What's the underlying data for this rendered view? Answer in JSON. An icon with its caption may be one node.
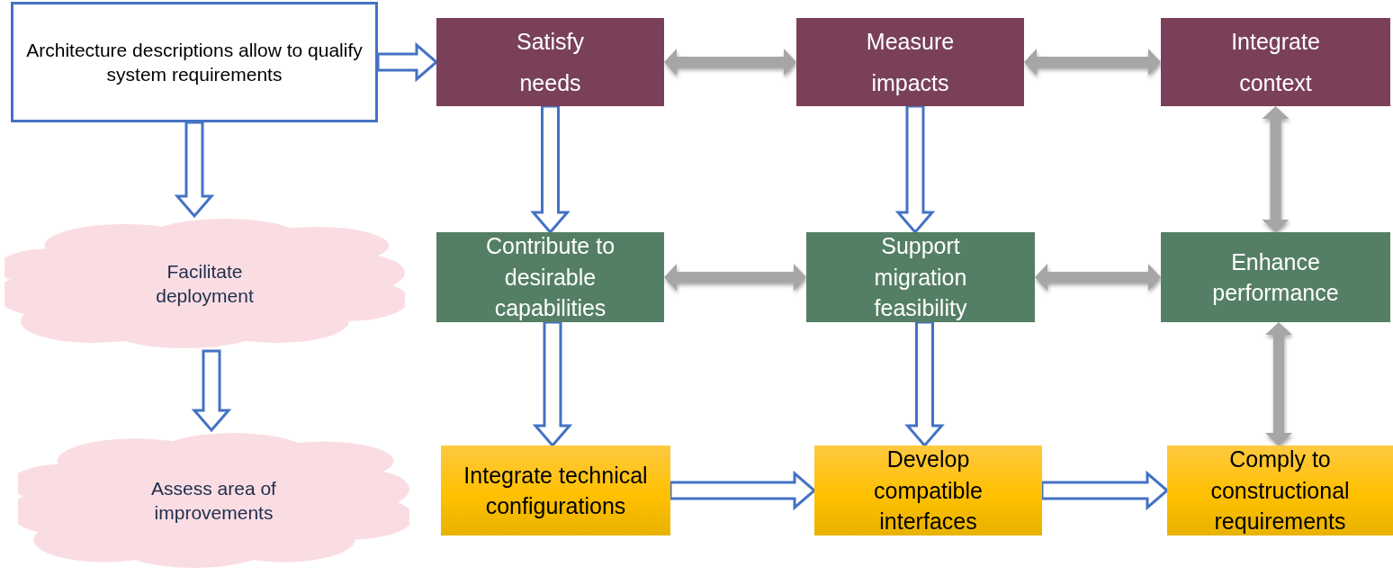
{
  "diagram": {
    "nodes": [
      {
        "text": [
          "Architecture descriptions allow to qualify system requirements"
        ]
      },
      {
        "text": [
          "Satisfy needs"
        ]
      },
      {
        "text": [
          "Measure impacts"
        ]
      },
      {
        "text": [
          "Integrate context"
        ]
      },
      {
        "text": [
          "Facilitate deployment"
        ]
      },
      {
        "text": [
          "Contribute to desirable capabilities"
        ]
      },
      {
        "text": [
          "Support migration feasibility"
        ]
      },
      {
        "text": [
          "Enhance performance"
        ]
      },
      {
        "text": [
          "Assess area of improvements"
        ]
      },
      {
        "text": [
          "Integrate technical configurations"
        ]
      },
      {
        "text": [
          "Develop compatible interfaces"
        ]
      },
      {
        "text": [
          "Comply to constructional requirements"
        ]
      }
    ],
    "edges": [
      {
        "from": 0,
        "to": 1,
        "arrow": "to"
      },
      {
        "from": 0,
        "to": 4,
        "arrow": "to"
      },
      {
        "from": 4,
        "to": 8,
        "arrow": "to"
      },
      {
        "from": 1,
        "to": 2,
        "arrow": "both",
        "color": "#a6a6a6"
      },
      {
        "from": 2,
        "to": 3,
        "arrow": "both",
        "color": "#a6a6a6"
      },
      {
        "from": 1,
        "to": 5,
        "arrow": "to"
      },
      {
        "from": 2,
        "to": 6,
        "arrow": "to"
      },
      {
        "from": 3,
        "to": 7,
        "arrow": "both",
        "color": "#a6a6a6"
      },
      {
        "from": 5,
        "to": 6,
        "arrow": "both",
        "color": "#a6a6a6"
      },
      {
        "from": 6,
        "to": 7,
        "arrow": "both",
        "color": "#a6a6a6"
      },
      {
        "from": 5,
        "to": 9,
        "arrow": "to"
      },
      {
        "from": 6,
        "to": 10,
        "arrow": "to"
      },
      {
        "from": 7,
        "to": 11,
        "arrow": "both",
        "color": "#a6a6a6"
      },
      {
        "from": 9,
        "to": 10,
        "arrow": "to"
      },
      {
        "from": 10,
        "to": 11,
        "arrow": "to"
      }
    ]
  }
}
